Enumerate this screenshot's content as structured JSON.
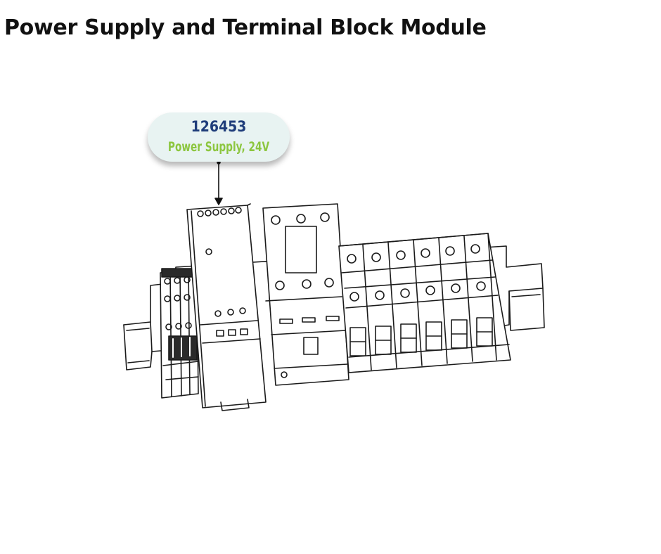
{
  "page": {
    "title": "Power Supply and Terminal Block Module"
  },
  "callout": {
    "part_number": "126453",
    "description": "Power Supply, 24V",
    "colors": {
      "part_number": "#1f3d7a",
      "description": "#8cc63f",
      "background": "#e8f3f2"
    }
  },
  "drawing": {
    "components": [
      "din-rail",
      "terminal-blocks",
      "power-supply-module",
      "contactor-module",
      "circuit-breakers"
    ],
    "breaker_count": 6
  }
}
